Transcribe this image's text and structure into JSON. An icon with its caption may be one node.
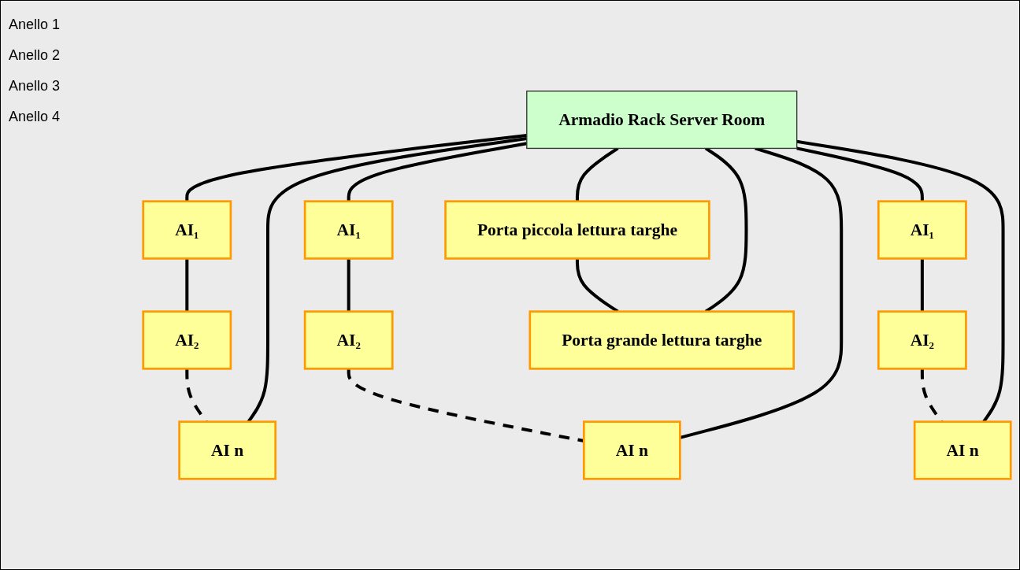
{
  "diagram": {
    "nodes": [
      {
        "text": [
          "Armadio Rack Server Room"
        ]
      },
      {
        "text": [
          "AI₁"
        ]
      },
      {
        "text": [
          "AI₂"
        ]
      },
      {
        "text": [
          "AI n"
        ]
      },
      {
        "text": [
          "AI₁"
        ]
      },
      {
        "text": [
          "AI₂"
        ]
      },
      {
        "text": [
          "AI n"
        ]
      },
      {
        "text": [
          "AI₁"
        ]
      },
      {
        "text": [
          "AI₂"
        ]
      },
      {
        "text": [
          "AI n"
        ]
      },
      {
        "text": [
          "Porta piccola lettura targhe"
        ]
      },
      {
        "text": [
          "Porta grande lettura targhe"
        ]
      }
    ],
    "edges": [
      {
        "from": 0,
        "to": 1,
        "arrow": "none"
      },
      {
        "from": 1,
        "to": 2,
        "arrow": "none"
      },
      {
        "from": 2,
        "to": 3,
        "arrow": "none",
        "style": "dashed"
      },
      {
        "from": 3,
        "to": 0,
        "arrow": "none"
      },
      {
        "from": 0,
        "to": 4,
        "arrow": "none"
      },
      {
        "from": 4,
        "to": 5,
        "arrow": "none"
      },
      {
        "from": 5,
        "to": 6,
        "arrow": "none",
        "style": "dashed"
      },
      {
        "from": 6,
        "to": 0,
        "arrow": "none"
      },
      {
        "from": 0,
        "to": 7,
        "arrow": "none"
      },
      {
        "from": 7,
        "to": 8,
        "arrow": "none"
      },
      {
        "from": 8,
        "to": 9,
        "arrow": "none",
        "style": "dashed"
      },
      {
        "from": 9,
        "to": 0,
        "arrow": "none"
      },
      {
        "from": 0,
        "to": 10,
        "arrow": "none"
      },
      {
        "from": 10,
        "to": 11,
        "arrow": "none"
      },
      {
        "from": 11,
        "to": 0,
        "arrow": "none"
      }
    ],
    "labels": [
      "Anello 1",
      "Anello 2",
      "Anello 3",
      "Anello 4"
    ]
  }
}
